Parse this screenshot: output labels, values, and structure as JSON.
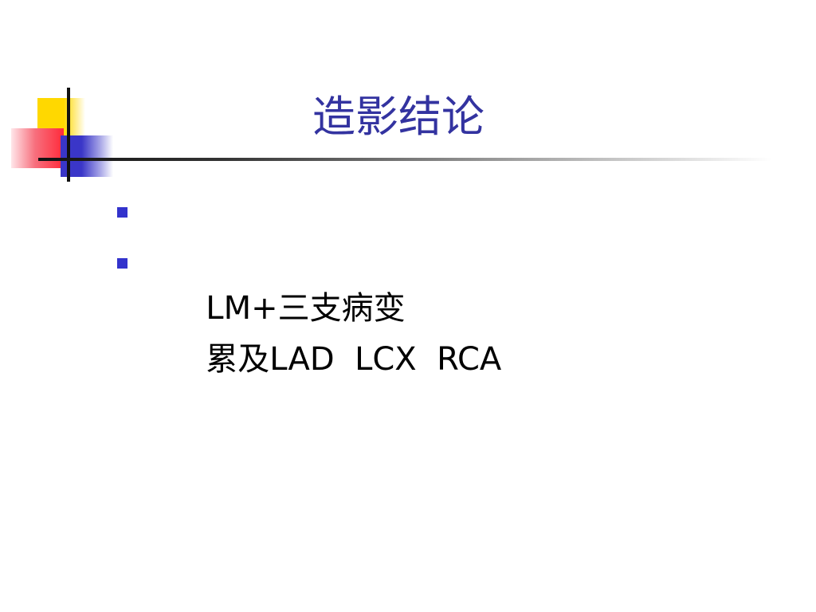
{
  "slide": {
    "title": "造影结论",
    "bullets": [
      {
        "text": "LM+三支病变"
      },
      {
        "text": "累及LAD  LCX  RCA"
      }
    ]
  },
  "colors": {
    "title": "#3333a0",
    "bullet_marker": "#3333cc",
    "accent_yellow": "#ffd800",
    "accent_red": "#ff2a3a",
    "accent_blue": "#3a36c8"
  }
}
